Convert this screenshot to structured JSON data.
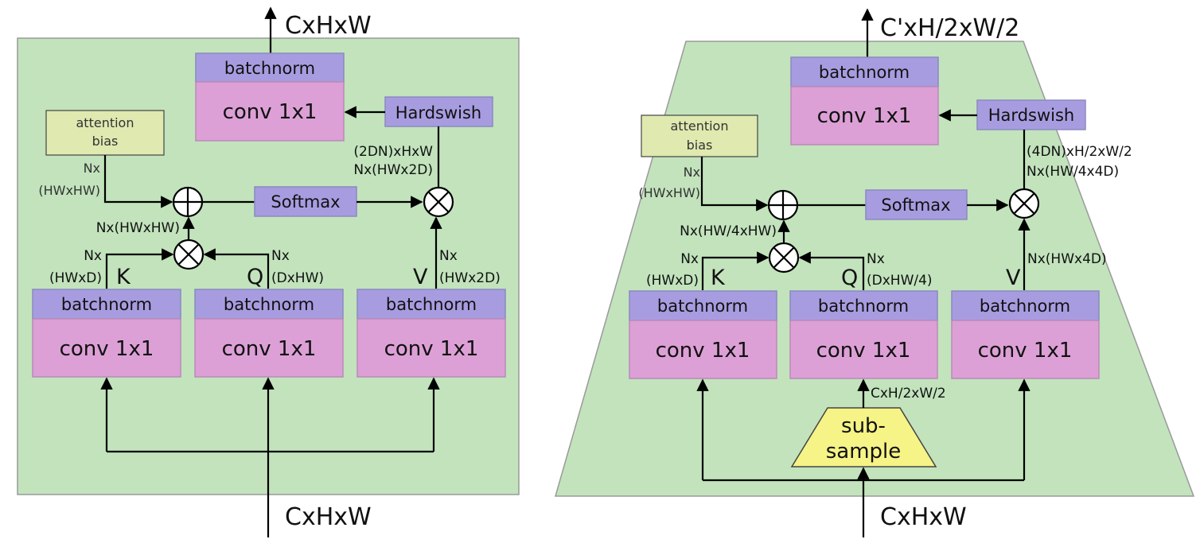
{
  "left_block": {
    "output_shape": "CxHxW",
    "input_shape": "CxHxW",
    "out_batchnorm": "batchnorm",
    "out_conv": "conv 1x1",
    "hardswish": "Hardswish",
    "attention_bias_line1": "attention",
    "attention_bias_line2": "bias",
    "bias_shape_line1": "Nx",
    "bias_shape_line2": "(HWxHW)",
    "softmax": "Softmax",
    "attn_shape": "Nx(HWxHW)",
    "out_shape_line1": "(2DN)xHxW",
    "out_shape_line2": "Nx(HWx2D)",
    "k_shape_line1": "Nx",
    "k_shape_line2": "(HWxD)",
    "q_shape_line1": "Nx",
    "q_shape_line2": "(DxHW)",
    "v_shape_line1": "Nx",
    "v_shape_line2": "(HWx2D)",
    "k_label": "K",
    "q_label": "Q",
    "v_label": "V",
    "k_batchnorm": "batchnorm",
    "k_conv": "conv 1x1",
    "q_batchnorm": "batchnorm",
    "q_conv": "conv 1x1",
    "v_batchnorm": "batchnorm",
    "v_conv": "conv 1x1"
  },
  "right_block": {
    "output_shape": "C'xH/2xW/2",
    "input_shape": "CxHxW",
    "out_batchnorm": "batchnorm",
    "out_conv": "conv 1x1",
    "hardswish": "Hardswish",
    "attention_bias_line1": "attention",
    "attention_bias_line2": "bias",
    "bias_shape_line1": "Nx",
    "bias_shape_line2": "(HWxHW)",
    "softmax": "Softmax",
    "attn_shape": "Nx(HW/4xHW)",
    "out_shape_line1": "(4DN)xH/2xW/2",
    "out_shape_line2": "Nx(HW/4x4D)",
    "k_shape_line1": "Nx",
    "k_shape_line2": "(HWxD)",
    "q_shape_line1": "Nx",
    "q_shape_line2": "(DxHW/4)",
    "v_shape": "Nx(HWx4D)",
    "k_label": "K",
    "q_label": "Q",
    "v_label": "V",
    "k_batchnorm": "batchnorm",
    "k_conv": "conv 1x1",
    "q_batchnorm": "batchnorm",
    "q_conv": "conv 1x1",
    "v_batchnorm": "batchnorm",
    "v_conv": "conv 1x1",
    "subsample_line1": "sub-",
    "subsample_line2": "sample",
    "subsample_shape": "CxH/2xW/2"
  }
}
